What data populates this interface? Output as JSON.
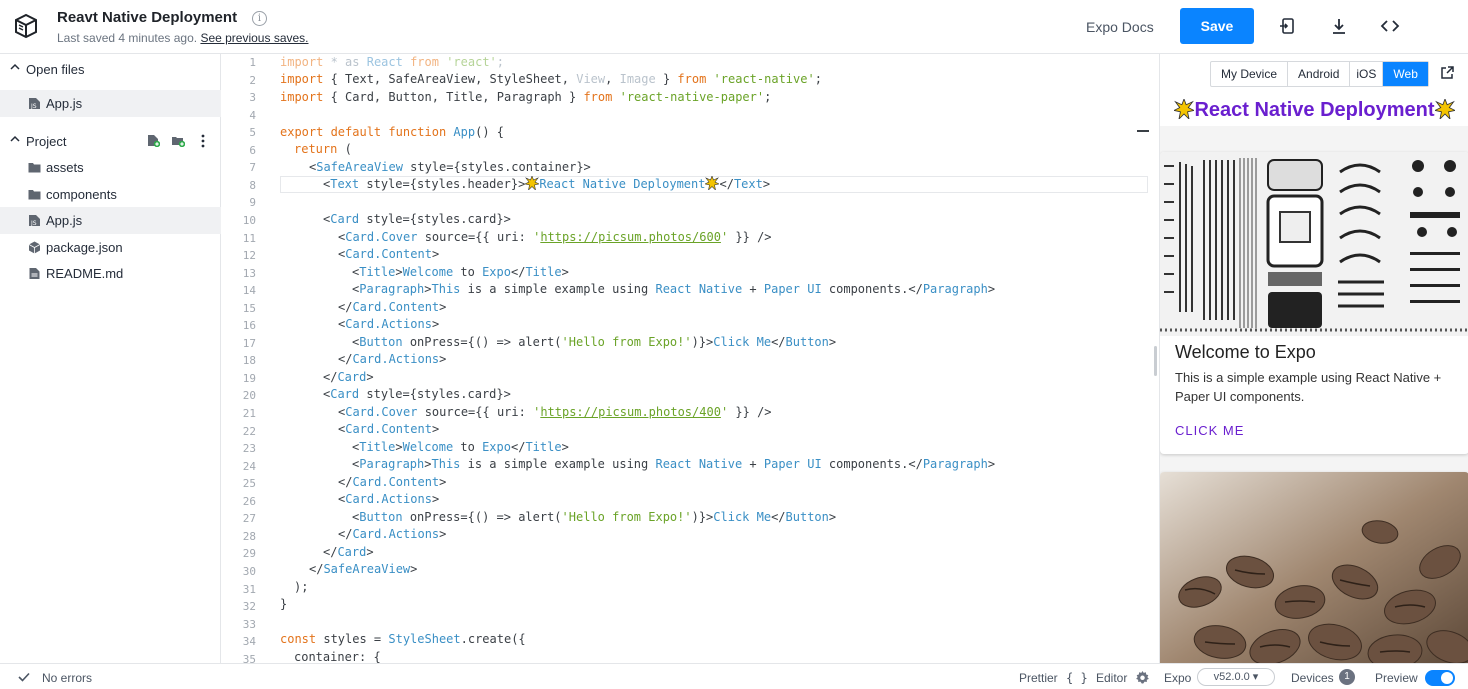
{
  "header": {
    "title": "Reavt Native Deployment",
    "info_icon": "i",
    "saved_text": "Last saved 4 minutes ago.",
    "previous_link": "See previous saves.",
    "docs_link": "Expo Docs",
    "save_label": "Save",
    "icons": [
      "logo-icon",
      "info-icon",
      "embed-icon",
      "download-icon",
      "code-icon"
    ]
  },
  "sidebar": {
    "open_files_label": "Open files",
    "open_files": [
      "App.js"
    ],
    "project_label": "Project",
    "project_items": [
      {
        "name": "assets",
        "type": "folder"
      },
      {
        "name": "components",
        "type": "folder"
      },
      {
        "name": "App.js",
        "type": "file"
      },
      {
        "name": "package.json",
        "type": "package"
      },
      {
        "name": "README.md",
        "type": "doc"
      }
    ]
  },
  "editor": {
    "line_numbers": [
      "1",
      "2",
      "3",
      "4",
      "5",
      "6",
      "7",
      "8",
      "9",
      "10",
      "11",
      "12",
      "13",
      "14",
      "15",
      "16",
      "17",
      "18",
      "19",
      "20",
      "21",
      "22",
      "23",
      "24",
      "25",
      "26",
      "27",
      "28",
      "29",
      "30",
      "31",
      "32",
      "33",
      "34",
      "35"
    ],
    "code": {
      "l1": [
        "import",
        " * as ",
        "React",
        " from ",
        "'react'",
        ";"
      ],
      "l2": [
        "import",
        " { Text, SafeAreaView, StyleSheet, ",
        "View",
        ", ",
        "Image",
        " } ",
        "from",
        " ",
        "'react-native'",
        ";"
      ],
      "l3": [
        "import",
        " { Card, Button, Title, Paragraph } ",
        "from",
        " ",
        "'react-native-paper'",
        ";"
      ],
      "l5": [
        "export default function",
        " ",
        "App",
        "() {"
      ],
      "l6": [
        "return",
        " ("
      ],
      "l7": [
        "<",
        "SafeAreaView",
        " style={styles.container}>"
      ],
      "l8": [
        "<",
        "Text",
        " style={styles.header}>",
        "React Native Deployment",
        "</",
        "Text",
        ">"
      ],
      "l10": [
        "<",
        "Card",
        " style={styles.card}>"
      ],
      "l11": [
        "<",
        "Card.Cover",
        " source={{ uri: ",
        "'",
        "https://picsum.photos/600",
        "'",
        " }} />"
      ],
      "l12": [
        "<",
        "Card.Content",
        ">"
      ],
      "l13": [
        "<",
        "Title",
        ">",
        "Welcome",
        " to ",
        "Expo",
        "</",
        "Title",
        ">"
      ],
      "l14": [
        "<",
        "Paragraph",
        ">",
        "This",
        " is a simple example using ",
        "React Native",
        " + ",
        "Paper UI",
        " components.</",
        "Paragraph",
        ">"
      ],
      "l15": [
        "</",
        "Card.Content",
        ">"
      ],
      "l16": [
        "<",
        "Card.Actions",
        ">"
      ],
      "l17": [
        "<",
        "Button",
        " onPress={() => alert(",
        "'Hello from Expo!'",
        ")}>",
        "Click Me",
        "</",
        "Button",
        ">"
      ],
      "l18": [
        "</",
        "Card.Actions",
        ">"
      ],
      "l19": [
        "</",
        "Card",
        ">"
      ],
      "l20": [
        "<",
        "Card",
        " style={styles.card}>"
      ],
      "l21": [
        "<",
        "Card.Cover",
        " source={{ uri: ",
        "'",
        "https://picsum.photos/400",
        "'",
        " }} />"
      ],
      "l22": [
        "<",
        "Card.Content",
        ">"
      ],
      "l23": [
        "<",
        "Title",
        ">",
        "Welcome",
        " to ",
        "Expo",
        "</",
        "Title",
        ">"
      ],
      "l24": [
        "<",
        "Paragraph",
        ">",
        "This",
        " is a simple example using ",
        "React Native",
        " + ",
        "Paper UI",
        " components.</",
        "Paragraph",
        ">"
      ],
      "l25": [
        "</",
        "Card.Content",
        ">"
      ],
      "l26": [
        "<",
        "Card.Actions",
        ">"
      ],
      "l27": [
        "<",
        "Button",
        " onPress={() => alert(",
        "'Hello from Expo!'",
        ")}>",
        "Click Me",
        "</",
        "Button",
        ">"
      ],
      "l28": [
        "</",
        "Card.Actions",
        ">"
      ],
      "l29": [
        "</",
        "Card",
        ">"
      ],
      "l30": [
        "</",
        "SafeAreaView",
        ">"
      ],
      "l31": [
        ");"
      ],
      "l32": [
        "}"
      ],
      "l34": [
        "const",
        " styles = ",
        "StyleSheet",
        ".create({"
      ],
      "l35": [
        "container: {"
      ]
    }
  },
  "preview": {
    "tabs": [
      "My Device",
      "Android",
      "iOS",
      "Web"
    ],
    "active_tab": "Web",
    "app_header": "React Native Deployment",
    "card1": {
      "title": "Welcome to Expo",
      "paragraph": "This is a simple example using React Native + Paper UI components.",
      "button": "CLICK ME"
    }
  },
  "footer": {
    "status": "No errors",
    "prettier": "Prettier",
    "prettier_icon": "{ }",
    "editor": "Editor",
    "expo": "Expo",
    "expo_version": "v52.0.0 ▾",
    "devices": "Devices",
    "devices_count": "1",
    "preview": "Preview"
  },
  "colors": {
    "accent": "#0a84ff",
    "keyword": "#e3731b",
    "tag": "#3a8fc5",
    "string": "#6aa327",
    "app_purple": "#6a1fcf"
  }
}
